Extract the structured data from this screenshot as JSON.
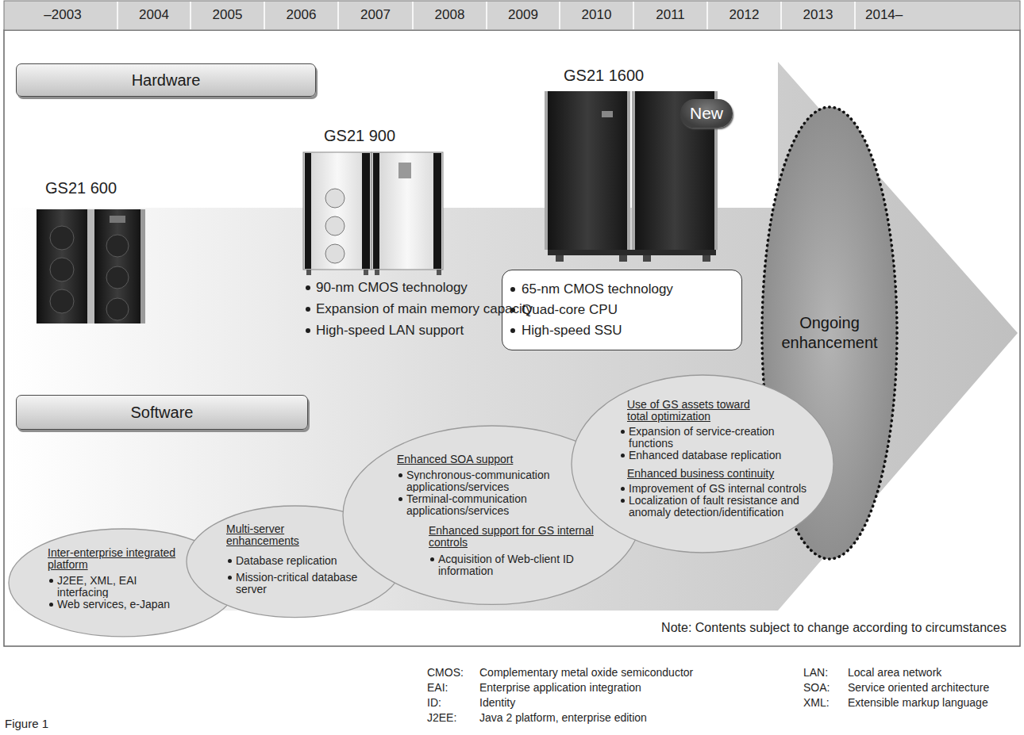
{
  "diagram": {
    "caption": "Figure 1",
    "nodes": [
      {
        "text": [
          "Hardware"
        ]
      },
      {
        "text": [
          "New"
        ]
      },
      {
        "text": [
          "65-nm CMOS technology",
          "Quad-core CPU",
          "High-speed SSU"
        ]
      },
      {
        "text": [
          "Ongoing enhancement"
        ]
      },
      {
        "text": [
          "Software"
        ]
      },
      {
        "text": [
          "Inter-enterprise integrated platform",
          "J2EE, XML, EAI interfacing",
          "Web services, e-Japan"
        ]
      },
      {
        "text": [
          "Multi-server enhancements",
          "Database replication",
          "Mission-critical database server"
        ]
      },
      {
        "text": [
          "Enhanced SOA support",
          "Synchronous-communication applications/services",
          "Terminal-communication applications/services",
          "Enhanced support for GS internal controls",
          "Acquisition of Web-client ID information"
        ]
      },
      {
        "text": [
          "Use of GS assets toward total optimization",
          "Expansion of service-creation functions",
          "Enhanced database replication",
          "Enhanced business continuity",
          "Improvement of GS internal controls",
          "Localization of fault resistance and anomaly detection/identification"
        ]
      }
    ],
    "labels": [
      "–2003",
      "2004",
      "2005",
      "2006",
      "2007",
      "2008",
      "2009",
      "2010",
      "2011",
      "2012",
      "2013",
      "2014–",
      "GS21 600",
      "GS21 900",
      "90-nm CMOS technology",
      "Expansion of main memory capacity",
      "High-speed LAN support",
      "GS21 1600",
      "Note: Contents subject to change according to circumstances",
      "CMOS:",
      "Complementary metal oxide semiconductor",
      "EAI:",
      "Enterprise application integration",
      "ID:",
      "Identity",
      "J2EE:",
      "Java 2 platform, enterprise edition",
      "LAN:",
      "Local area network",
      "SOA:",
      "Service oriented architecture",
      "XML:",
      "Extensible markup language"
    ]
  }
}
